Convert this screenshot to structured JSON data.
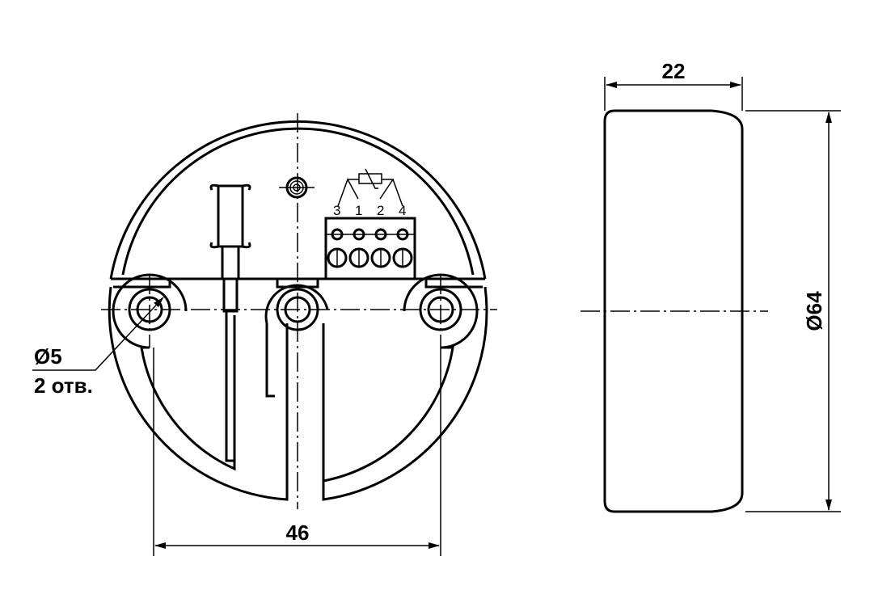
{
  "front_view": {
    "hole_diameter": "Ø5",
    "hole_count": "2 отв.",
    "mount_spacing": "46",
    "terminal_labels": [
      "3",
      "1",
      "2",
      "4"
    ]
  },
  "side_view": {
    "depth": "22",
    "diameter": "Ø64"
  },
  "colors": {
    "line": "#000000",
    "background": "#ffffff"
  }
}
